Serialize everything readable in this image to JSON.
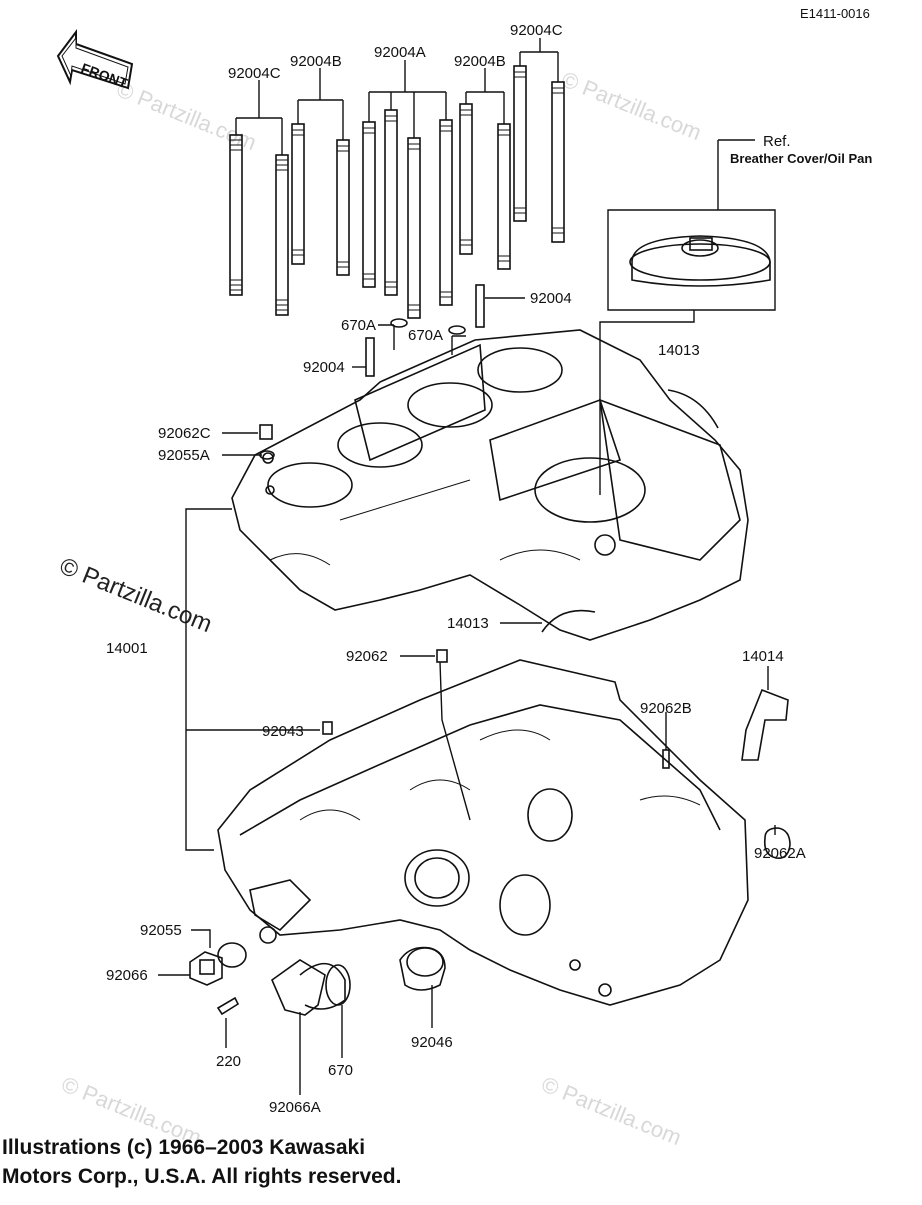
{
  "ref_code": "E1411-0016",
  "front_label": "FRONT",
  "breather_ref_label": "Ref.",
  "breather_ref_text": "Breather Cover/Oil Pan",
  "watermark_side": "© Partzilla.com",
  "watermark": "© Partzilla.com",
  "copyright_line1": "Illustrations (c) 1966–2003 Kawasaki",
  "copyright_line2": "Motors Corp., U.S.A.  All rights reserved.",
  "parts": {
    "p92004C_left": "92004C",
    "p92004B_left": "92004B",
    "p92004A": "92004A",
    "p92004B_right": "92004B",
    "p92004C_right": "92004C",
    "p92004_right": "92004",
    "p670A_left": "670A",
    "p670A_right": "670A",
    "p92004_left": "92004",
    "p14013_top": "14013",
    "p92062C": "92062C",
    "p92055A": "92055A",
    "p14001": "14001",
    "p14013_mid": "14013",
    "p92062": "92062",
    "p14014": "14014",
    "p92043": "92043",
    "p92062B": "92062B",
    "p92062A": "92062A",
    "p92055": "92055",
    "p92066": "92066",
    "p220": "220",
    "p92046": "92046",
    "p670": "670",
    "p92066A": "92066A"
  }
}
